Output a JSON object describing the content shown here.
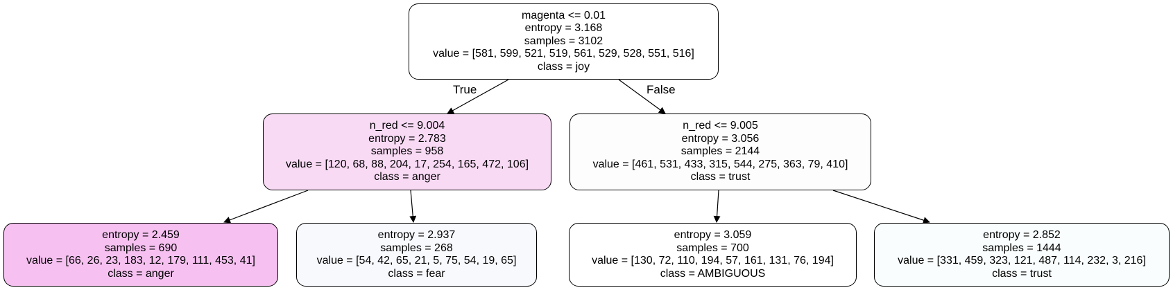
{
  "nodes": {
    "root": {
      "lines": [
        "magenta <= 0.01",
        "entropy = 3.168",
        "samples = 3102",
        "value = [581, 599, 521, 519, 561, 529, 528, 551, 516]",
        "class = joy"
      ],
      "fill": "#ffffff"
    },
    "left": {
      "lines": [
        "n_red <= 9.004",
        "entropy = 2.783",
        "samples = 958",
        "value = [120, 68, 88, 204, 17, 254, 165, 472, 106]",
        "class = anger"
      ],
      "fill": "#f9daf5"
    },
    "right": {
      "lines": [
        "n_red <= 9.005",
        "entropy = 3.056",
        "samples = 2144",
        "value = [461, 531, 433, 315, 544, 275, 363, 79, 410]",
        "class = trust"
      ],
      "fill": "#fdfdfd"
    },
    "ll": {
      "lines": [
        "entropy = 2.459",
        "samples = 690",
        "value = [66, 26, 23, 183, 12, 179, 111, 453, 41]",
        "class = anger"
      ],
      "fill": "#f6c1f1"
    },
    "lr": {
      "lines": [
        "entropy = 2.937",
        "samples = 268",
        "value = [54, 42, 65, 21, 5, 75, 54, 19, 65]",
        "class = fear"
      ],
      "fill": "#f8f9fd"
    },
    "rl": {
      "lines": [
        "entropy = 3.059",
        "samples = 700",
        "value = [130, 72, 110, 194, 57, 161, 131, 76, 194]",
        "class = AMBIGUOUS"
      ],
      "fill": "#ffffff"
    },
    "rr": {
      "lines": [
        "entropy = 2.852",
        "samples = 1444",
        "value = [331, 459, 323, 121, 487, 114, 232, 3, 216]",
        "class = trust"
      ],
      "fill": "#f9fdfd"
    }
  },
  "edge_labels": {
    "true_label": "True",
    "false_label": "False"
  }
}
